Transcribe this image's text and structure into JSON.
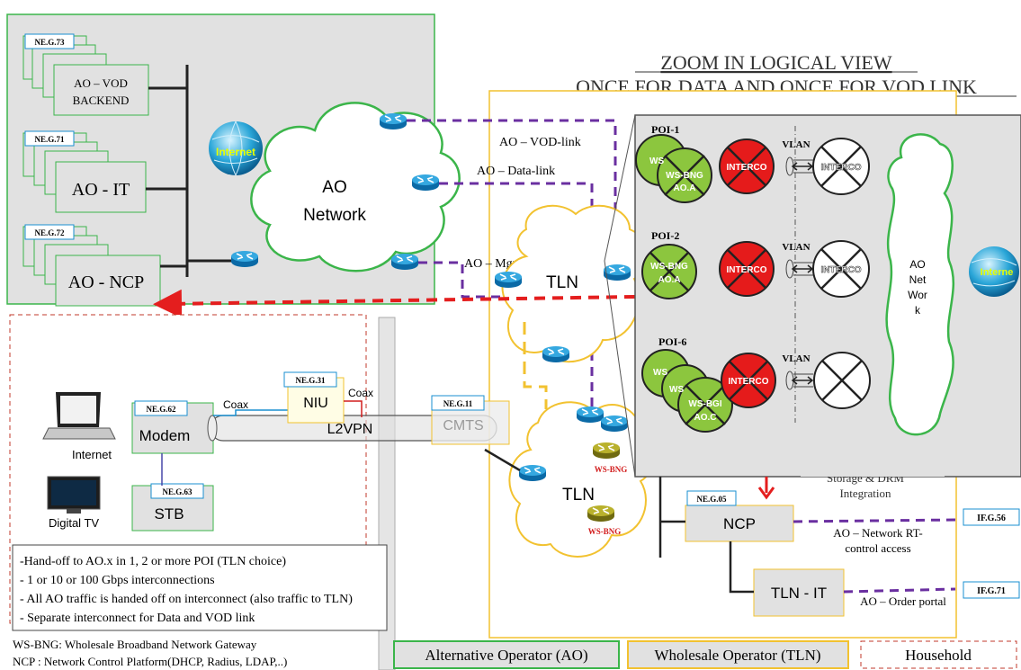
{
  "heading": {
    "line1": "ZOOM IN LOGICAL VIEW",
    "line2": "ONCE FOR DATA AND ONCE FOR VOD LINK"
  },
  "ao_region": {
    "vod_backend": {
      "tag": "NE.G.73",
      "line1": "AO – VOD",
      "line2": "BACKEND"
    },
    "it": {
      "tag": "NE.G.71",
      "label": "AO - IT"
    },
    "ncp": {
      "tag": "NE.G.72",
      "label": "AO -  NCP"
    },
    "internet_label": "Internet",
    "network_line1": "AO",
    "network_line2": "Network"
  },
  "links": {
    "vod": "AO – VOD-link",
    "data": "AO – Data-link",
    "mgmt": "AO – Mgmt-link"
  },
  "tln": {
    "upper_label": "TLN",
    "lower_label": "TLN",
    "bng1": "WS-BNG",
    "bng2": "WS-BNG"
  },
  "household": {
    "internet": "Internet",
    "digital_tv": "Digital TV",
    "modem": {
      "tag": "NE.G.62",
      "label": "Modem"
    },
    "stb": {
      "tag": "NE.G.63",
      "label": "STB"
    },
    "niu": {
      "tag": "NE.G.31",
      "label": "NIU"
    },
    "coax1": "Coax",
    "coax2": "Coax",
    "l2vpn": "L2VPN"
  },
  "cmts": {
    "tag": "NE.G.11",
    "label": "CMTS"
  },
  "zoom": {
    "poi1": {
      "label": "POI-1",
      "ws": "WS",
      "bng": "WS-BNG",
      "ao": "AO.A"
    },
    "poi2": {
      "label": "POI-2",
      "bng": "WS-BNG",
      "ao": "AO.A"
    },
    "poi6": {
      "label": "POI-6",
      "ws1": "WS",
      "ws2": "WS",
      "bng": "WS-BGI",
      "ao": "AO.C"
    },
    "interco": "INTERCO",
    "interco_white": "INTERCO",
    "vlan": "VLAN",
    "ao_net": [
      "AO",
      "Net",
      "Wor",
      "k"
    ],
    "internet": "Interne"
  },
  "storage": {
    "line1": "Storage & DRM",
    "line2": "Integration"
  },
  "ncp_box": {
    "tag": "NE.G.05",
    "label": "NCP"
  },
  "tln_it": {
    "label": "TLN - IT"
  },
  "ncp_access": {
    "line1": "AO – Network RT-",
    "line2": "control access"
  },
  "order_portal": "AO – Order portal",
  "if56": "IF.G.56",
  "if71": "IF.G.71",
  "notes": [
    "-Hand-off to AO.x in 1, 2 or more POI (TLN choice)",
    "- 1 or 10 or 100 Gbps interconnections",
    "- All AO traffic is handed off on interconnect (also traffic  to TLN)",
    "- Separate interconnect for Data and VOD link"
  ],
  "abbrev": {
    "bng": "WS-BNG: Wholesale Broadband Network Gateway",
    "ncp": "NCP : Network Control Platform(DHCP, Radius, LDAP,..)"
  },
  "legend": {
    "ao": "Alternative Operator (AO)",
    "tln": "Wholesale Operator (TLN)",
    "household": "Household"
  },
  "colors": {
    "ao_green": "#3bb54a",
    "tln_yellow": "#f2c230",
    "household_red": "#c0392b",
    "link_purple": "#6a2fa0",
    "arrow_red": "#e41e1e",
    "router_blue": "#1a8fd0",
    "poi_green": "#8cc63e",
    "interco_red": "#e51b1b"
  }
}
